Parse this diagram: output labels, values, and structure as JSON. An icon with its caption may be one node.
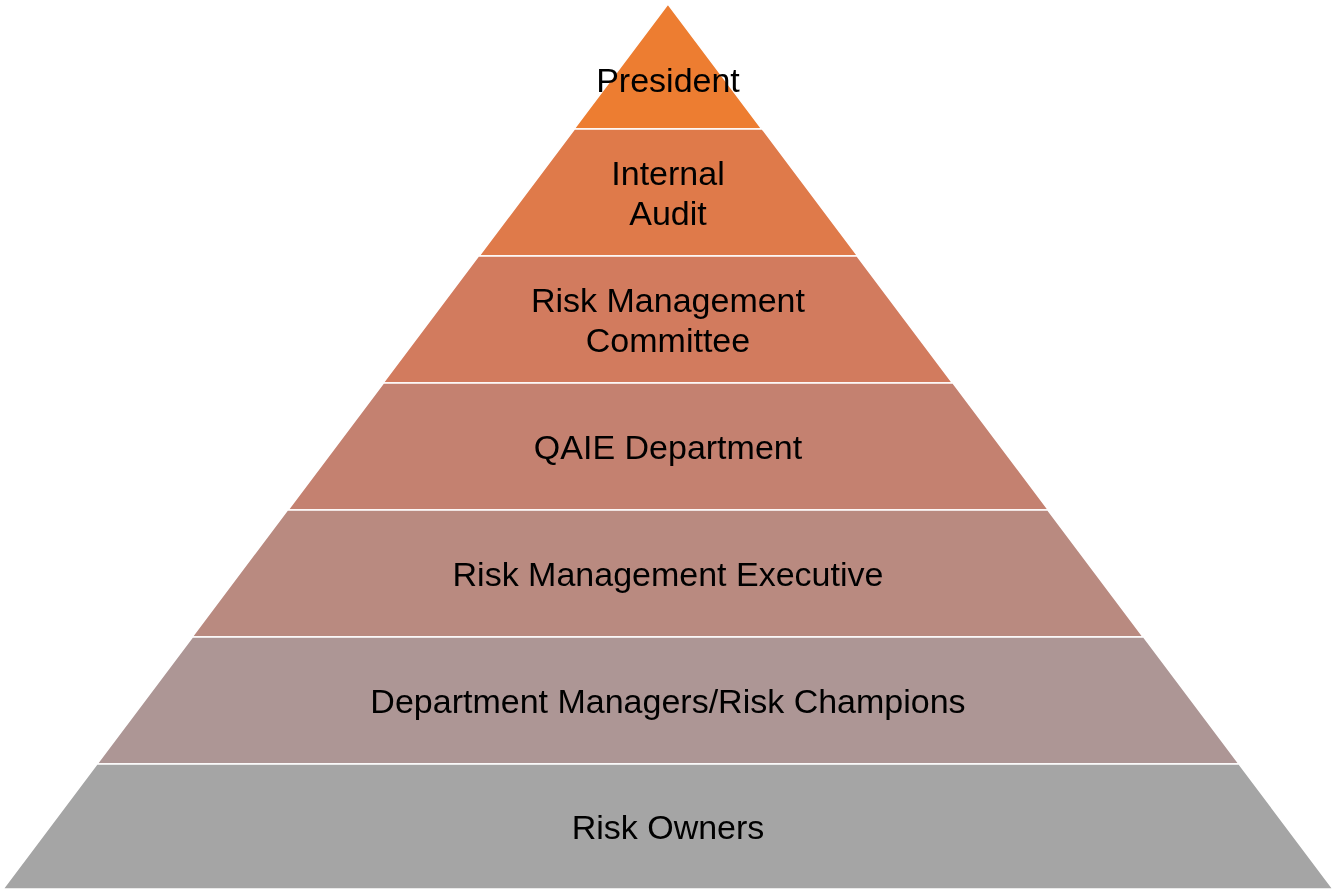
{
  "diagram": {
    "nodes": [
      {
        "text": [
          "President"
        ]
      },
      {
        "text": [
          "Internal Audit"
        ]
      },
      {
        "text": [
          "Risk Management Committee"
        ]
      },
      {
        "text": [
          "QAIE Department"
        ]
      },
      {
        "text": [
          "Risk Management Executive"
        ]
      },
      {
        "text": [
          "Department Managers/Risk Champions"
        ]
      },
      {
        "text": [
          "Risk Owners"
        ]
      }
    ]
  }
}
